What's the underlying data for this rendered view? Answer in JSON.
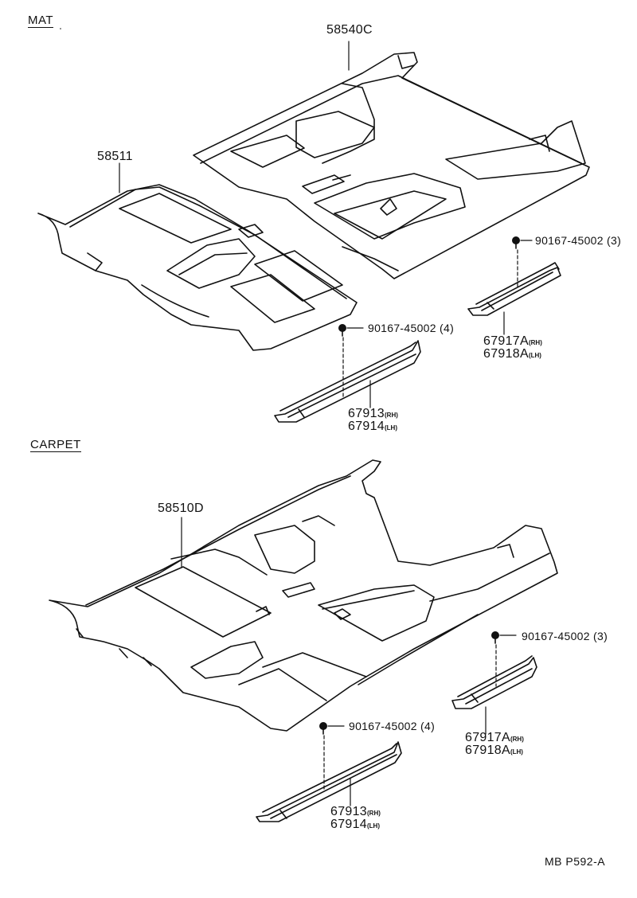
{
  "sections": {
    "mat": "MAT",
    "carpet": "CARPET"
  },
  "mat": {
    "cover_rear": "58540C",
    "cover_front": "58511",
    "clip_right": "90167-45002",
    "clip_right_qty": "(3)",
    "clip_left": "90167-45002",
    "clip_left_qty": "(4)",
    "plate_rear_rh": "67917A",
    "plate_rear_rh_side": "(RH)",
    "plate_rear_lh": "67918A",
    "plate_rear_lh_side": "(LH)",
    "plate_front_rh": "67913",
    "plate_front_rh_side": "(RH)",
    "plate_front_lh": "67914",
    "plate_front_lh_side": "(LH)"
  },
  "carpet": {
    "carpet_assy": "58510D",
    "clip_right": "90167-45002",
    "clip_right_qty": "(3)",
    "clip_left": "90167-45002",
    "clip_left_qty": "(4)",
    "plate_rear_rh": "67917A",
    "plate_rear_rh_side": "(RH)",
    "plate_rear_lh": "67918A",
    "plate_rear_lh_side": "(LH)",
    "plate_front_rh": "67913",
    "plate_front_rh_side": "(RH)",
    "plate_front_lh": "67914",
    "plate_front_lh_side": "(LH)"
  },
  "figure_code": "MB P592-A"
}
